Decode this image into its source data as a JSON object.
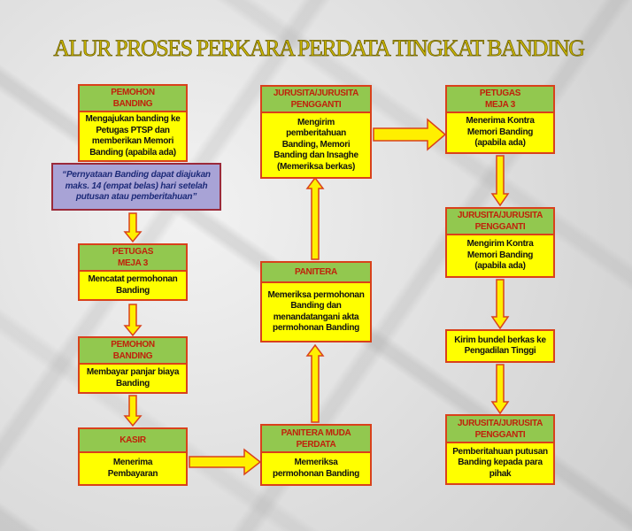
{
  "title": "ALUR PROSES PERKARA PERDATA TINGKAT BANDING",
  "colors": {
    "header_bg": "#92c84f",
    "header_text": "#c0210b",
    "body_bg": "#ffff00",
    "border": "#d9411b",
    "note_bg": "#a8a3d6",
    "note_text": "#1c2a78"
  },
  "note": "“Pernyataan Banding dapat diajukan maks. 14 (empat belas) hari setelah putusan atau pemberitahuan”",
  "steps": {
    "pemohon1": {
      "header": "PEMOHON BANDING",
      "body": "Mengajukan banding ke Petugas PTSP dan memberikan Memori Banding (apabila ada)"
    },
    "meja3a": {
      "header": "PETUGAS MEJA 3",
      "body": "Mencatat permohonan Banding"
    },
    "pemohon2": {
      "header": "PEMOHON BANDING",
      "body": "Membayar panjar biaya Banding"
    },
    "kasir": {
      "header": "KASIR",
      "body": "Menerima Pembayaran"
    },
    "panmud": {
      "header": "PANITERA MUDA PERDATA",
      "body": "Memeriksa permohonan Banding"
    },
    "panitera": {
      "header": "PANITERA",
      "body": "Memeriksa permohonan Banding dan menandatangani akta permohonan Banding"
    },
    "jurusita1": {
      "header": "JURUSITA/JURUSITA PENGGANTI",
      "body": "Mengirim pemberitahuan Banding, Memori Banding dan Insaghe (Memeriksa berkas)"
    },
    "meja3b": {
      "header": "PETUGAS MEJA 3",
      "body": "Menerima Kontra Memori Banding (apabila ada)"
    },
    "jurusita2": {
      "header": "JURUSITA/JURUSITA PENGGANTI",
      "body": "Mengirim Kontra Memori Banding (apabila ada)"
    },
    "kirim": {
      "body": "Kirim bundel berkas ke Pengadilan Tinggi"
    },
    "jurusita3": {
      "header": "JURUSITA/JURUSITA PENGGANTI",
      "body": "Pemberitahuan putusan Banding kepada para pihak"
    }
  }
}
